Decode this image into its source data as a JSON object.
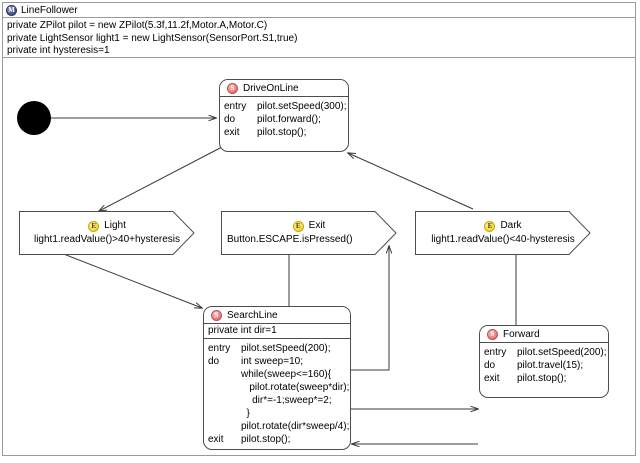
{
  "window": {
    "title": "LineFollower",
    "title_icon": "class-badge-icon",
    "badge_letter": "M"
  },
  "class_attributes": [
    "private ZPilot pilot = new ZPilot(5.3f,11.2f,Motor.A,Motor.C)",
    "private LightSensor light1 = new LightSensor(SensorPort.S1,true)",
    "private int hysteresis=1"
  ],
  "initial_state": {
    "name": "initial-pseudostate",
    "color": "#000000"
  },
  "states": [
    {
      "id": "driveonline",
      "name": "DriveOnLine",
      "badge": "S",
      "badge_color": "#e88a8a",
      "attribute": null,
      "rows": [
        {
          "keyword": "entry",
          "statement": "pilot.setSpeed(300);"
        },
        {
          "keyword": "do",
          "statement": "pilot.forward();"
        },
        {
          "keyword": "exit",
          "statement": "pilot.stop();"
        }
      ]
    },
    {
      "id": "searchline",
      "name": "SearchLine",
      "badge": "S",
      "badge_color": "#e88a8a",
      "attribute": "private int dir=1",
      "rows": [
        {
          "keyword": "entry",
          "statement": "pilot.setSpeed(200);"
        },
        {
          "keyword": "do",
          "statement": "int sweep=10;"
        },
        {
          "keyword": "",
          "statement": "while(sweep<=160){"
        },
        {
          "keyword": "",
          "statement": "   pilot.rotate(sweep*dir);"
        },
        {
          "keyword": "",
          "statement": "    dir*=-1;sweep*=2;"
        },
        {
          "keyword": "",
          "statement": "  }"
        },
        {
          "keyword": "",
          "statement": "pilot.rotate(dir*sweep/4);"
        },
        {
          "keyword": "exit",
          "statement": "pilot.stop();"
        }
      ]
    },
    {
      "id": "forward",
      "name": "Forward",
      "badge": "S",
      "badge_color": "#e88a8a",
      "attribute": null,
      "rows": [
        {
          "keyword": "entry",
          "statement": "pilot.setSpeed(200);"
        },
        {
          "keyword": "do",
          "statement": "pilot.travel(15);"
        },
        {
          "keyword": "exit",
          "statement": "pilot.stop();"
        }
      ]
    }
  ],
  "transitions": [
    {
      "id": "light",
      "name": "Light",
      "badge": "E",
      "badge_color": "#f5dd55",
      "guard": "light1.readValue()>40+hysteresis"
    },
    {
      "id": "exit",
      "name": "Exit",
      "badge": "E",
      "badge_color": "#f5dd55",
      "guard": "Button.ESCAPE.isPressed()"
    },
    {
      "id": "dark",
      "name": "Dark",
      "badge": "E",
      "badge_color": "#f5dd55",
      "guard": "light1.readValue()<40-hysteresis"
    }
  ],
  "colors": {
    "frame_border": "#9a9a9a",
    "node_border": "#4d4d4d",
    "connector": "#3a3a3a",
    "background": "#ffffff",
    "initial_fill": "#000000"
  }
}
